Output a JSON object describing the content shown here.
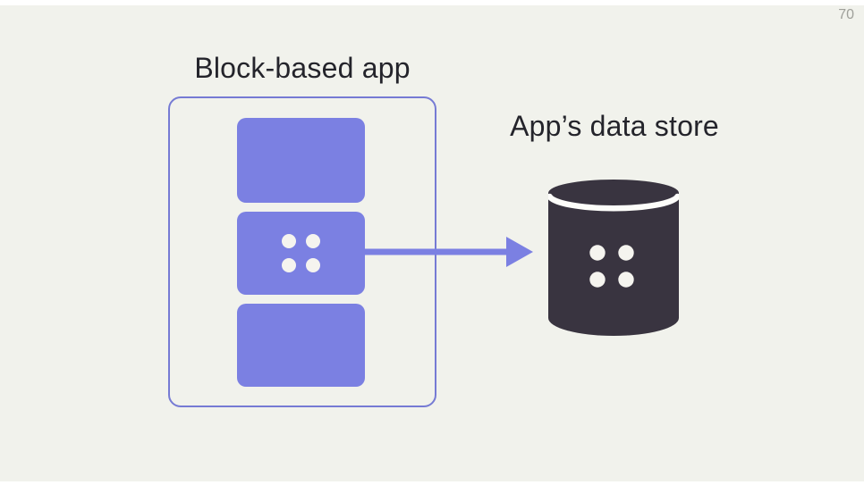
{
  "slide": {
    "page_number": "70",
    "background_color": "#f1f2ec"
  },
  "app_panel": {
    "title": "Block-based app",
    "border_color": "#767bd4",
    "block_color": "#7b80e2",
    "block_count": 3,
    "middle_block_icon": "four-dots-grid-icon",
    "dot_color": "#f5f4ef"
  },
  "arrow": {
    "direction": "right",
    "color": "#7b80e2",
    "from": "middle app block",
    "to": "data store cylinder"
  },
  "data_store": {
    "title": "App’s data store",
    "icon": "database-cylinder-icon",
    "color": "#393440",
    "dot_color": "#f5f4ef"
  }
}
